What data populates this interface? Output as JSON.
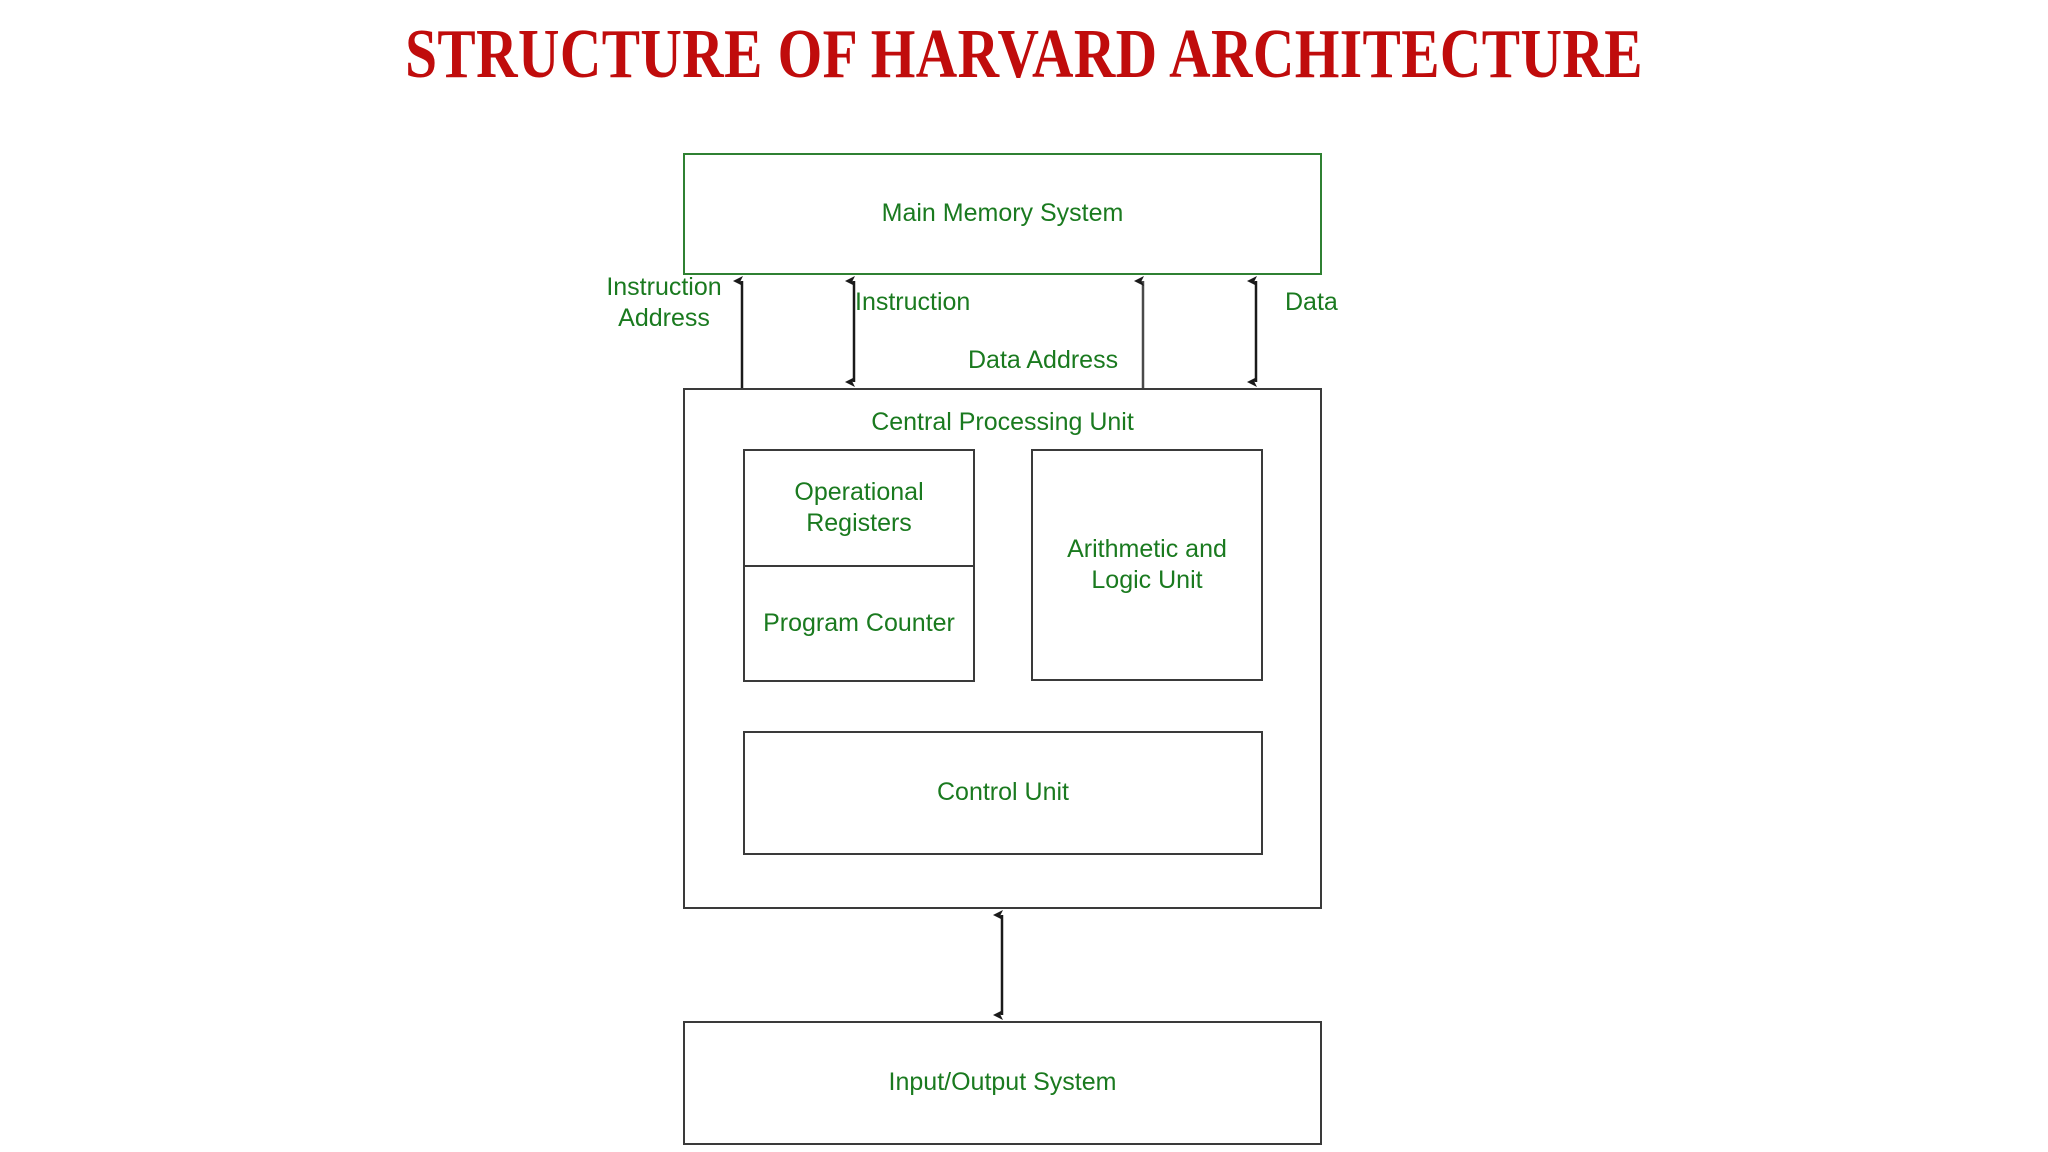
{
  "page": {
    "title": "STRUCTURE OF HARVARD ARCHITECTURE",
    "background_color": "#ffffff",
    "title_color": "#c00c0c",
    "text_color": "#1a7a1f",
    "green_border_color": "#2f8132",
    "dark_border_color": "#3a3a3a",
    "arrow_color": "#1a1a1a"
  },
  "diagram": {
    "type": "block-diagram",
    "nodes": [
      {
        "id": "main-memory",
        "label": "Main Memory System",
        "border": "green"
      },
      {
        "id": "cpu",
        "label": "Central Processing Unit",
        "border": "dark",
        "children": [
          {
            "id": "operational-registers",
            "label": "Operational\nRegisters",
            "border": "dark"
          },
          {
            "id": "program-counter",
            "label": "Program Counter",
            "border": "dark"
          },
          {
            "id": "alu",
            "label": "Arithmetic and\nLogic Unit",
            "border": "dark"
          },
          {
            "id": "control-unit",
            "label": "Control Unit",
            "border": "dark"
          }
        ]
      },
      {
        "id": "io-system",
        "label": "Input/Output System",
        "border": "dark"
      }
    ],
    "connections": [
      {
        "id": "instruction-address",
        "label": "Instruction\nAddress",
        "from": "cpu",
        "to": "main-memory",
        "direction": "up"
      },
      {
        "id": "instruction",
        "label": "Instruction",
        "from": "main-memory",
        "to": "cpu",
        "direction": "both"
      },
      {
        "id": "data-address",
        "label": "Data Address",
        "from": "cpu",
        "to": "main-memory",
        "direction": "up"
      },
      {
        "id": "data",
        "label": "Data",
        "from": "main-memory",
        "to": "cpu",
        "direction": "both"
      },
      {
        "id": "cpu-io",
        "label": "",
        "from": "cpu",
        "to": "io-system",
        "direction": "both"
      }
    ]
  }
}
